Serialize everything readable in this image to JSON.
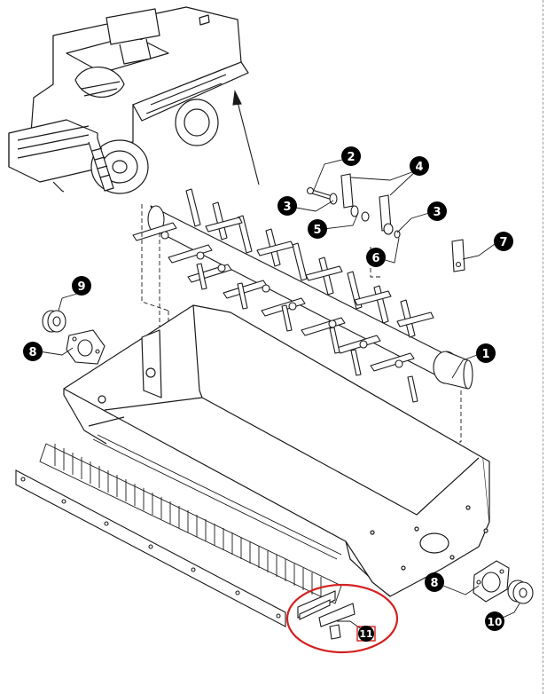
{
  "callouts": {
    "c1": "1",
    "c2": "2",
    "c3a": "3",
    "c3b": "3",
    "c4": "4",
    "c5": "5",
    "c6": "6",
    "c7": "7",
    "c8a": "8",
    "c8b": "8",
    "c9": "9",
    "c10": "10",
    "c11": "11"
  },
  "colors": {
    "line": "#1a1a1a",
    "callout_fill": "#000000",
    "callout_text": "#ffffff",
    "highlight": "#d42020"
  }
}
